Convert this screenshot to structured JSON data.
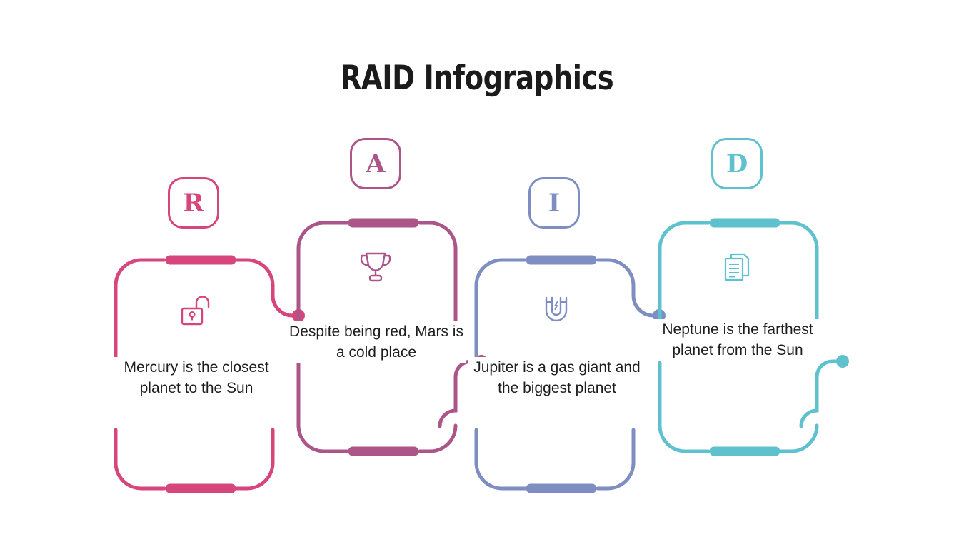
{
  "slide": {
    "title": "RAID Infographics",
    "background_color": "#ffffff",
    "text_color": "#1d1d1d"
  },
  "columns": [
    {
      "key": "r",
      "letter": "R",
      "color": "#D6457B",
      "icon_name": "open-padlock-icon",
      "caption": "Mercury is the closest planet to the Sun"
    },
    {
      "key": "a",
      "letter": "A",
      "color": "#AC5589",
      "icon_name": "trophy-icon",
      "caption": "Despite being red, Mars is a cold place"
    },
    {
      "key": "i",
      "letter": "I",
      "color": "#7F8EC2",
      "icon_name": "magnet-icon",
      "caption": "Jupiter is a gas giant and the biggest planet"
    },
    {
      "key": "d",
      "letter": "D",
      "color": "#5FC1CE",
      "icon_name": "documents-icon",
      "caption": "Neptune is the farthest planet from the Sun"
    }
  ]
}
